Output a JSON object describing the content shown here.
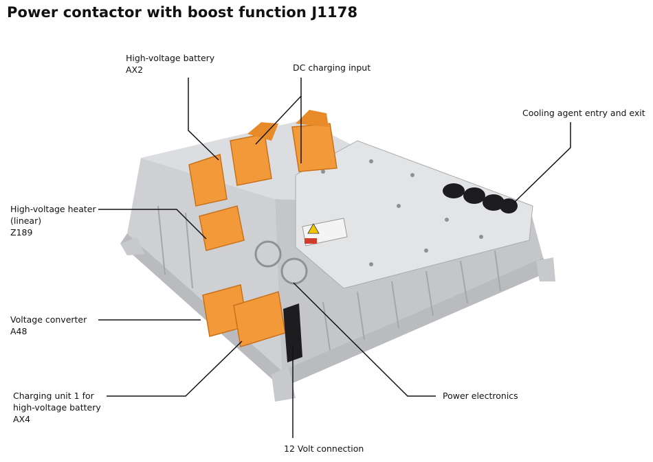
{
  "title": "Power contactor with boost function J1178",
  "colors": {
    "housing": "#d9dadc",
    "housing_shadow": "#b9bbbe",
    "housing_dark": "#8e9195",
    "connector": "#f29a3a",
    "connector_dark": "#d27418",
    "hose": "#1d1d1f",
    "leader_line": "#111111"
  },
  "labels": {
    "hv_battery": [
      "High-voltage battery",
      "AX2"
    ],
    "dc_charging": [
      "DC charging input"
    ],
    "cooling": [
      "Cooling agent entry and exit"
    ],
    "hv_heater": [
      "High-voltage heater",
      "(linear)",
      "Z189"
    ],
    "voltage_converter": [
      "Voltage converter",
      "A48"
    ],
    "charging_unit": [
      "Charging unit 1 for",
      "high-voltage battery",
      "AX4"
    ],
    "power_electronics": [
      "Power electronics"
    ],
    "twelve_volt": [
      "12 Volt connection"
    ]
  }
}
